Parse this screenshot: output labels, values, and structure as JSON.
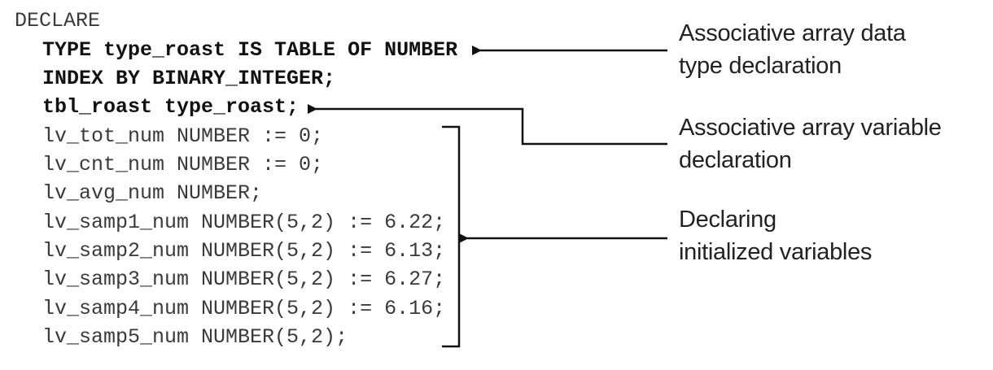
{
  "code": {
    "lines": [
      "DECLARE",
      "  TYPE type_roast IS TABLE OF NUMBER",
      "  INDEX BY BINARY_INTEGER;",
      "  tbl_roast type_roast;",
      "  lv_tot_num NUMBER := 0;",
      "  lv_cnt_num NUMBER := 0;",
      "  lv_avg_num NUMBER;",
      "  lv_samp1_num NUMBER(5,2) := 6.22;",
      "  lv_samp2_num NUMBER(5,2) := 6.13;",
      "  lv_samp3_num NUMBER(5,2) := 6.27;",
      "  lv_samp4_num NUMBER(5,2) := 6.16;",
      "  lv_samp5_num NUMBER(5,2);"
    ]
  },
  "annotations": {
    "type_decl": [
      "Associative array data",
      "type declaration"
    ],
    "var_decl": [
      "Associative array variable",
      "declaration"
    ],
    "init_vars": [
      "Declaring",
      "initialized variables"
    ]
  }
}
